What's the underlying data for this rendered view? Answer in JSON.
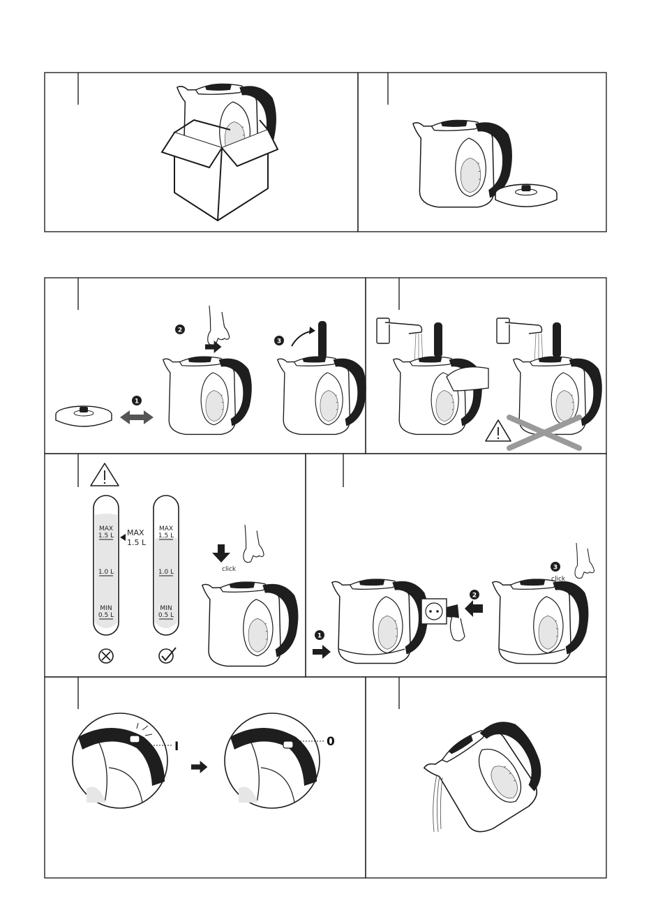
{
  "colors": {
    "line": "#1a1a1a",
    "panel_border": "#222222",
    "handle": "#1e1e1e",
    "water": "#e6e6e6",
    "arrow_grey": "#555555",
    "cross_grey": "#9a9a9a"
  },
  "icons": [
    "warning-icon",
    "cross-circle-icon",
    "check-circle-icon",
    "arrow-right-icon",
    "arrow-down-icon",
    "double-arrow-icon"
  ],
  "panel3": {
    "steps": [
      "1",
      "2",
      "3"
    ]
  },
  "panel5": {
    "tube_wrong": {
      "max_label": "MAX",
      "max_value": "1.5 L",
      "mid_value": "1.0 L",
      "min_label": "MIN",
      "min_value": "0.5 L",
      "pointer_label": "MAX",
      "pointer_value": "1.5 L"
    },
    "tube_right": {
      "max_label": "MAX",
      "max_value": "1.5 L",
      "mid_value": "1.0 L",
      "min_label": "MIN",
      "min_value": "0.5 L"
    },
    "click": "click"
  },
  "panel6": {
    "steps": [
      "1",
      "2",
      "3"
    ],
    "click": "click"
  },
  "panel7": {
    "on_label": "I",
    "off_label": "0"
  }
}
